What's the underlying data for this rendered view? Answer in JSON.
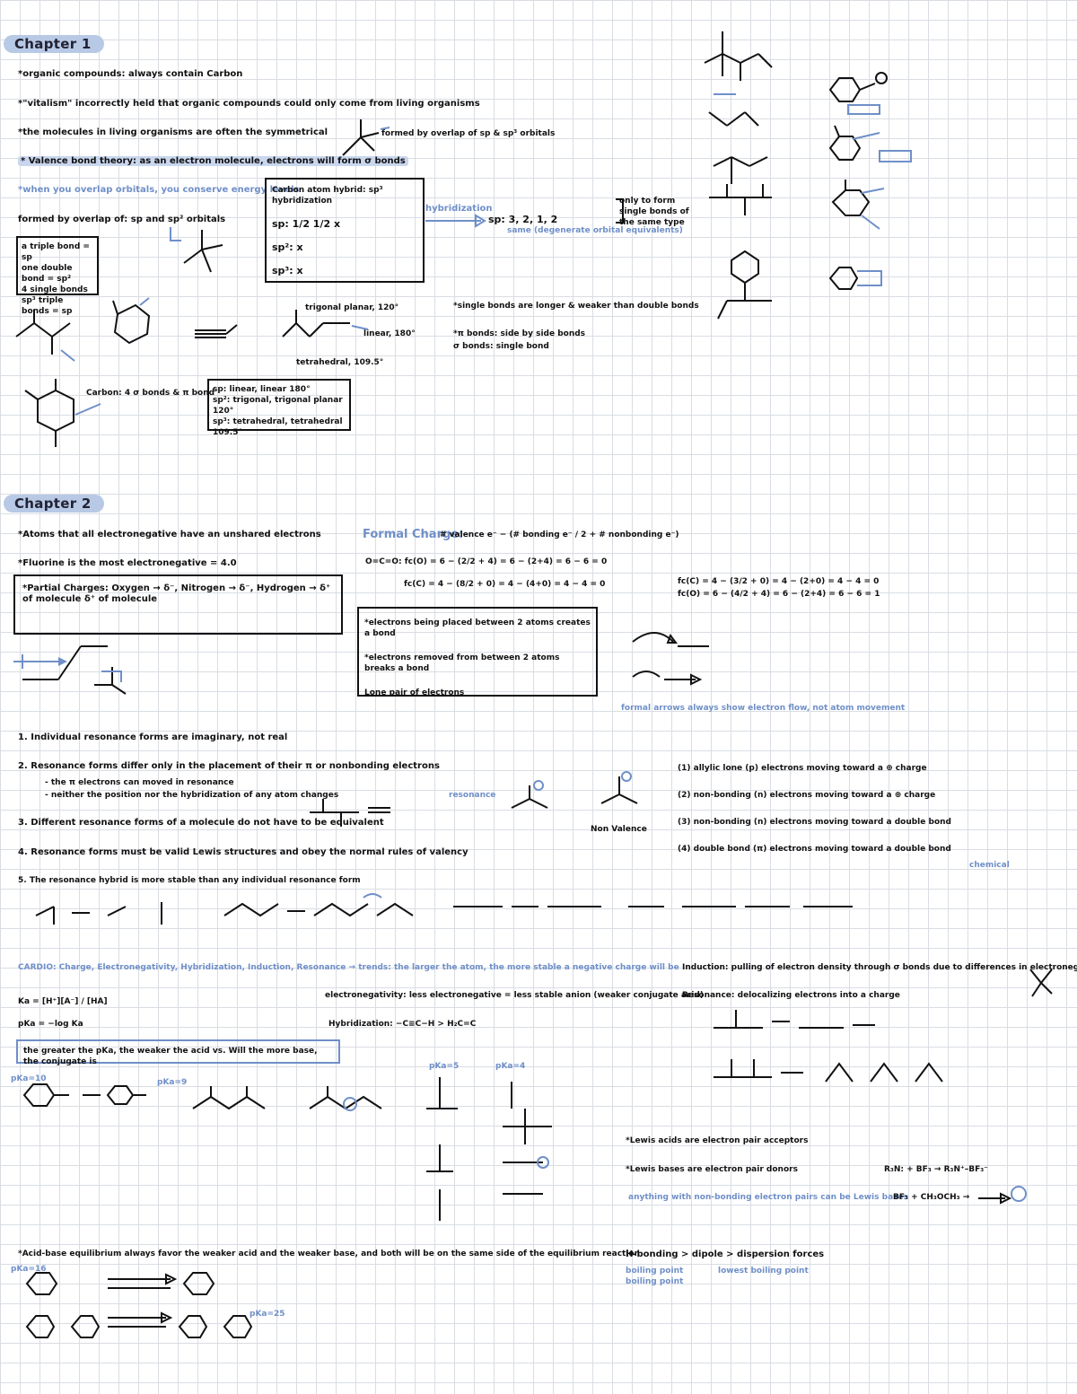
{
  "chapter1": {
    "title": "Chapter 1",
    "lines": [
      "*organic compounds: always contain Carbon",
      "*\"vitalism\" incorrectly held that organic compounds could only come from living organisms",
      "*the molecules in living organisms are often the symmetrical",
      "* Valence bond theory: as an electron molecule, electrons will form σ bonds",
      "*when you overlap orbitals, you conserve energy levels",
      "formed by overlap of: sp and sp² orbitals"
    ],
    "box_bonds": [
      "a triple bond = sp",
      "one double bond = sp²",
      "4 single bonds",
      "sp³ triple bonds = sp"
    ],
    "box_hybrid_title": "Carbon atom hybrid: sp³ hybridization",
    "box_hybrid_rows": [
      "sp: 1/2 1/2 x",
      "sp²: x",
      "sp³: x"
    ],
    "hybridization_label": "hybridization",
    "sp_values": "sp: 3, 2, 1, 2",
    "degenerate_note": "same (degenerate orbital equivalents)",
    "side_label": "only to form single bonds of the same type",
    "formed_overlap_1": "formed by overlap of sp & sp³ orbitals",
    "geometry_box": [
      "sp: linear, linear 180°",
      "sp²: trigonal, trigonal planar 120°",
      "sp³: tetrahedral, tetrahedral 109.5°"
    ],
    "angle_labels": [
      "trigonal planar, 120°",
      "linear, 180°",
      "tetrahedral, 109.5°"
    ],
    "carbon_label": "Carbon: 4 σ bonds & π bond",
    "notes": [
      "*single bonds are longer & weaker than double bonds",
      "*π bonds: side by side bonds",
      "σ bonds: single bond"
    ]
  },
  "chapter2": {
    "title": "Chapter 2",
    "lines": [
      "*Atoms that all electronegative have an unshared electrons",
      "*Fluorine is the most electronegative = 4.0"
    ],
    "partial_box": "*Partial Charges: Oxygen → δ⁻, Nitrogen → δ⁻, Hydrogen → δ⁺ of molecule δ⁺ of molecule",
    "formal_charge_label": "Formal Charge:",
    "formal_charge_formula": "# valence e⁻ − (# bonding e⁻ / 2 + # nonbonding e⁻)",
    "fc_examples": [
      "O=C=O: fc(O) = 6 − (2/2 + 4) = 6 − (2+4) = 6 − 6 = 0",
      "fc(C) = 4 − (8/2 + 0) = 4 − (4+0) = 4 − 4 = 0",
      "fc(C) = 4 − (3/2 + 0) = 4 − (2+0) = 4 − 4 = 0",
      "fc(O) = 6 − (4/2 + 4) = 6 − (2+4) = 6 − 6 = 1"
    ],
    "arrow_box": [
      "*electrons being placed between 2 atoms creates a bond",
      "*electrons removed from between 2 atoms breaks a bond",
      "Lone pair of electrons"
    ],
    "formal_charge_note": "formal arrows always show electron flow, not atom movement",
    "resonance_rules": [
      "1. Individual resonance forms are imaginary, not real",
      "2. Resonance forms differ only in the placement of their π or nonbonding electrons",
      "- the π electrons can moved in resonance",
      "- neither the position nor the hybridization of any atom changes",
      "3. Different resonance forms of a molecule do not have to be equivalent",
      "4. Resonance forms must be valid Lewis structures and obey the normal rules of valency",
      "5. The resonance hybrid is more stable than any individual resonance form"
    ],
    "resonance_labels": [
      "resonance",
      "Non Valence"
    ],
    "resonance_patterns": [
      "(1) allylic lone (p) electrons moving toward a ⊕ charge",
      "(2) non-bonding (n) electrons moving toward a ⊕ charge",
      "(3) non-bonding (n) electrons moving toward a double bond",
      "(4) double bond (π) electrons moving toward a double bond"
    ],
    "resonance_last": "chemical",
    "acidity_line": "CARDIO: Charge, Electronegativity, Hybridization, Induction, Resonance → trends: the larger the atom, the more stable a negative charge will be",
    "electronegativity_line": "electronegativity: less electronegative = less stable anion (weaker conjugate acid)",
    "hybridization_line": "Hybridization: −C≡C−H  >  H₂C=C",
    "ka_expression": "Ka = [H⁺][A⁻] / [HA]",
    "pka_expression": "pKa = −log Ka",
    "pka_box": "the greater the pKa, the weaker the acid vs. Will the more base, the conjugate is",
    "induction_line": "Induction: pulling of electron density through σ bonds due to differences in electronegativity",
    "resonance_line": "Resonance: delocalizing electrons into a charge",
    "lewis_acid": "*Lewis acids are electron pair acceptors",
    "lewis_base": "*Lewis bases are electron pair donors",
    "lewis_example": "R₃N: + BF₃ → R₃N⁺–BF₃⁻",
    "lewis_note": "anything with non-bonding electron pairs can be Lewis bases",
    "lewis_example_2": "BF₃ + CH₃OCH₃ →",
    "equilibrium_note": "*Acid-base equilibrium always favor the weaker acid and the weaker base, and both will be on the same side of the equilibrium reaction",
    "h_bonding": "H-bonding > dipole > dispersion forces",
    "h_bonding_sub": [
      "boiling point",
      "boiling point",
      "lowest boiling point"
    ],
    "pka_labels": [
      "pKa=10",
      "pKa=9",
      "pKa=5",
      "pKa=4",
      "pKa=16",
      "pKa=25"
    ]
  }
}
